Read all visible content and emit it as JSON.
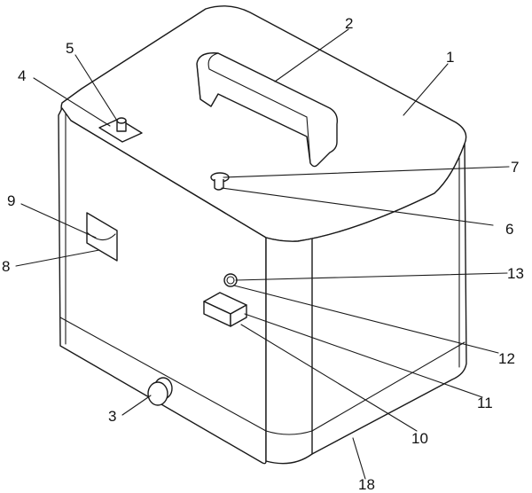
{
  "figure": {
    "labels": {
      "l1": "1",
      "l2": "2",
      "l3": "3",
      "l4": "4",
      "l5": "5",
      "l6": "6",
      "l7": "7",
      "l8": "8",
      "l9": "9",
      "l10": "10",
      "l11": "11",
      "l12": "12",
      "l13": "13",
      "l18": "18"
    }
  }
}
